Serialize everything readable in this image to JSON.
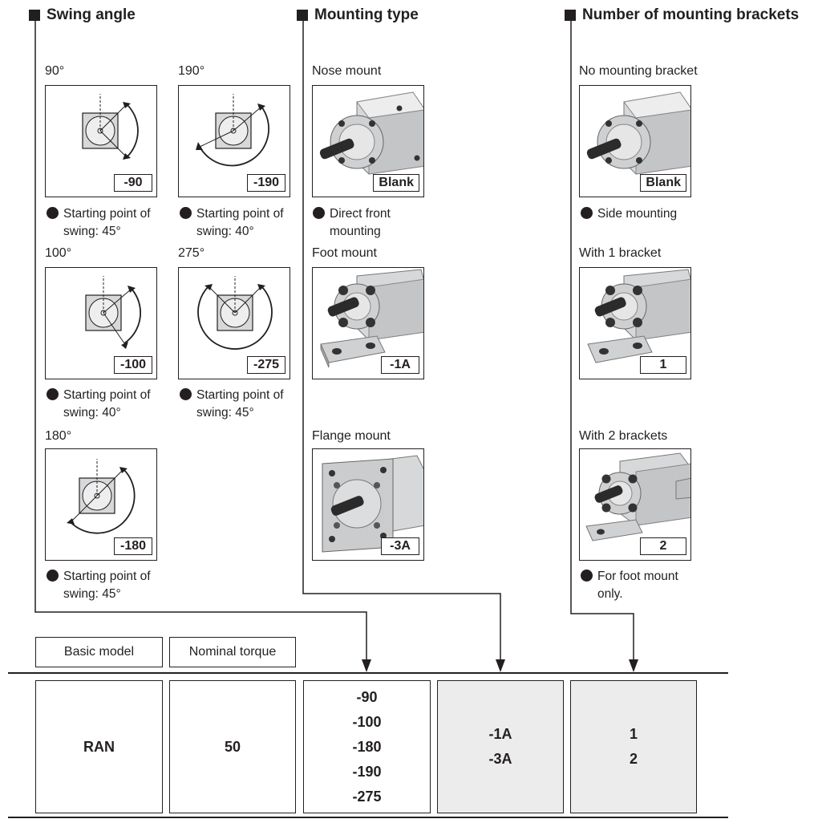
{
  "headers": {
    "swing": "Swing angle",
    "mounting": "Mounting type",
    "brackets": "Number of mounting brackets"
  },
  "swing_options": [
    {
      "angle": "90°",
      "code": "-90",
      "note_line1": "Starting point of",
      "note_line2": "swing: 45°"
    },
    {
      "angle": "190°",
      "code": "-190",
      "note_line1": "Starting point of",
      "note_line2": "swing: 40°"
    },
    {
      "angle": "100°",
      "code": "-100",
      "note_line1": "Starting point of",
      "note_line2": "swing: 40°"
    },
    {
      "angle": "275°",
      "code": "-275",
      "note_line1": "Starting point of",
      "note_line2": "swing: 45°"
    },
    {
      "angle": "180°",
      "code": "-180",
      "note_line1": "Starting point of",
      "note_line2": "swing: 45°"
    }
  ],
  "mounting_options": [
    {
      "name": "Nose mount",
      "code": "Blank",
      "note_line1": "Direct front",
      "note_line2": "mounting"
    },
    {
      "name": "Foot mount",
      "code": "-1A"
    },
    {
      "name": "Flange mount",
      "code": "-3A"
    }
  ],
  "bracket_options": [
    {
      "name": "No mounting bracket",
      "code": "Blank",
      "note_line1": "Side mounting"
    },
    {
      "name": "With 1 bracket",
      "code": "1"
    },
    {
      "name": "With 2 brackets",
      "code": "2",
      "note_line1": "For foot mount",
      "note_line2": "only."
    }
  ],
  "labels": {
    "basic_model": "Basic model",
    "nominal_torque": "Nominal torque"
  },
  "table": {
    "model": "RAN",
    "torque": "50",
    "swing_codes": [
      "-90",
      "-100",
      "-180",
      "-190",
      "-275"
    ],
    "mount_codes": [
      "-1A",
      "-3A"
    ],
    "bracket_codes": [
      "1",
      "2"
    ]
  },
  "colors": {
    "ink": "#231f20",
    "shaded_cell": "#ececec",
    "actuator_body": "#d7d8da"
  }
}
